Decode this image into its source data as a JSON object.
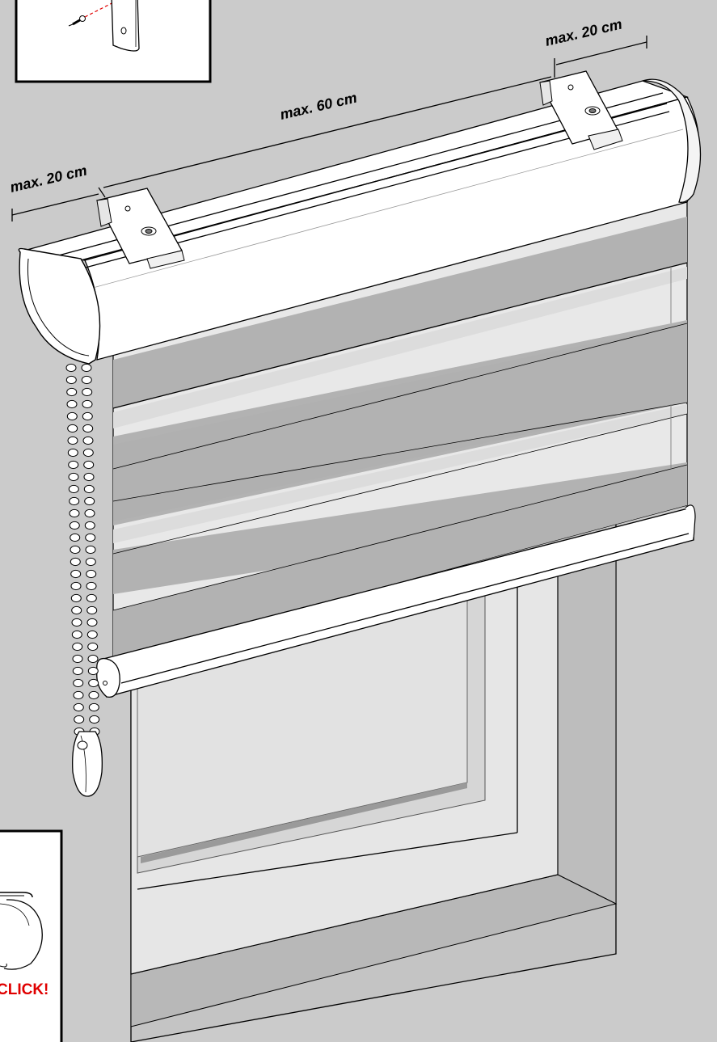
{
  "dimensions": {
    "left_margin": "max. 20 cm",
    "center_span": "max. 60 cm",
    "right_margin": "max. 20 cm"
  },
  "inset_click": {
    "label": "CLICK!"
  },
  "colors": {
    "background": "#cbcbcb",
    "dark_band": "#b2b2b2",
    "sheer_band": "#e8e8e8",
    "cassette": "#ffffff",
    "click_text": "#e00000",
    "drill_guide": "#e00000"
  },
  "icons": [
    "screw-icon",
    "bracket-icon",
    "chain-icon",
    "chain-weight-icon"
  ]
}
